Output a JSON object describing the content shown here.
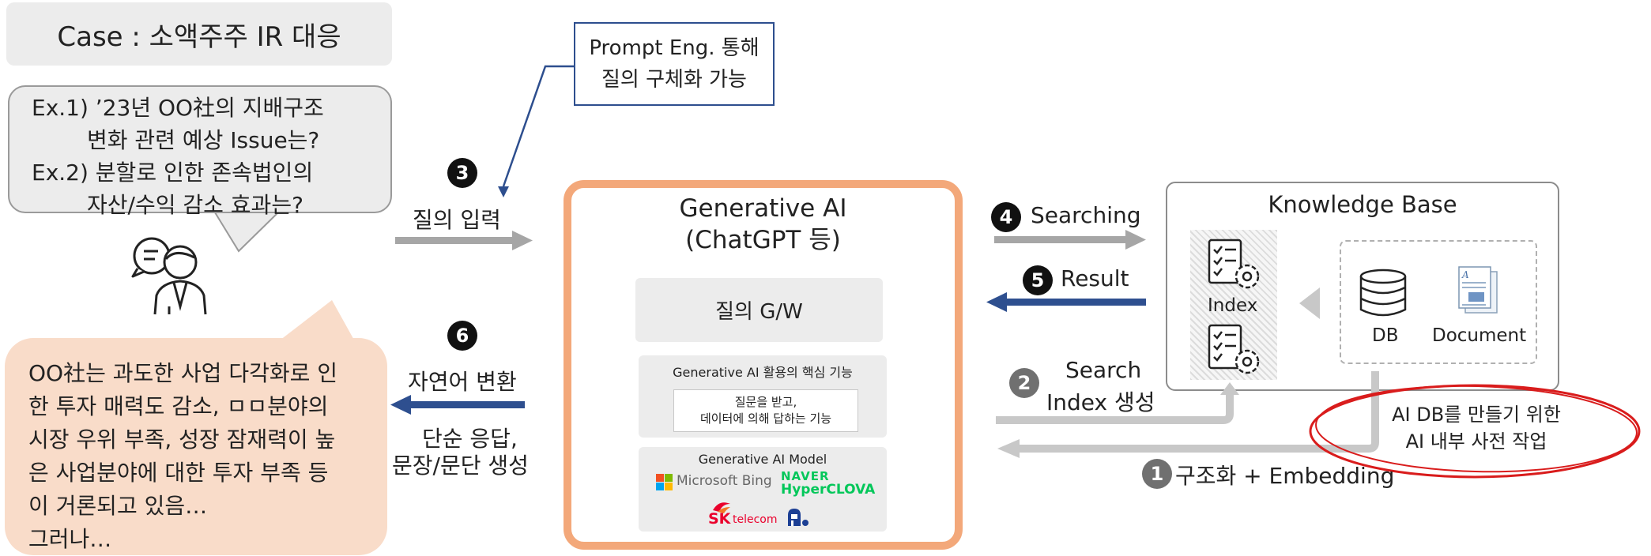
{
  "title": "Case : 소액주주 IR 대응",
  "question_bubble": {
    "line1": "Ex.1) ’23년 OO社의 지배구조",
    "line2": "변화 관련 예상 Issue는?",
    "line3": "Ex.2) 분할로 인한 존속법인의",
    "line4": "자산/수익 감소 효과는?"
  },
  "answer_bubble": {
    "lines": [
      "OO社는 과도한 사업 다각화로 인",
      "한 투자 매력도 감소, ㅁㅁ분야의",
      "시장 우위 부족, 성장 잠재력이 높",
      "은 사업분야에 대한 투자 부족 등",
      "이 거론되고 있음…",
      "그러나…"
    ]
  },
  "prompt_note": {
    "line1": "Prompt Eng. 통해",
    "line2": "질의 구체화 가능"
  },
  "steps": {
    "s1": {
      "num": "1",
      "label": "구조화 + Embedding"
    },
    "s2": {
      "num": "2",
      "label_line1": "Search",
      "label_line2": "Index 생성"
    },
    "s3": {
      "num": "3",
      "label": "질의 입력"
    },
    "s4": {
      "num": "4",
      "label": "Searching"
    },
    "s5": {
      "num": "5",
      "label": "Result"
    },
    "s6": {
      "num": "6",
      "label": "자연어 변환",
      "sub1": "단순 응답,",
      "sub2": "문장/문단 생성"
    }
  },
  "generative_ai": {
    "title_line1": "Generative AI",
    "title_line2": "(ChatGPT 등)",
    "gateway": "질의 G/W",
    "core_title": "Generative AI 활용의 핵심 기능",
    "core_line1": "질문을 받고,",
    "core_line2": "데이터에 의해 답하는 기능",
    "model_title": "Generative AI Model",
    "logos": {
      "microsoft": "Microsoft Bing",
      "naver_top": "NAVER",
      "naver_bottom": "HyperCLOVA",
      "sk_sk": "SK",
      "sk_telecom": "telecom"
    }
  },
  "knowledge_base": {
    "title": "Knowledge Base",
    "index_label": "Index",
    "db_label": "DB",
    "document_label": "Document"
  },
  "red_note": {
    "line1": "AI DB를 만들기 위한",
    "line2": "AI 내부 사전 작업"
  },
  "colors": {
    "gen_border": "#f3a87a",
    "answer_bg": "#f9dcc9",
    "prompt_border": "#2d4e8e",
    "blue_arrow": "#2e4f8f",
    "grey_arrow": "#a6a6a6",
    "red_ellipse": "#d91c1c"
  }
}
